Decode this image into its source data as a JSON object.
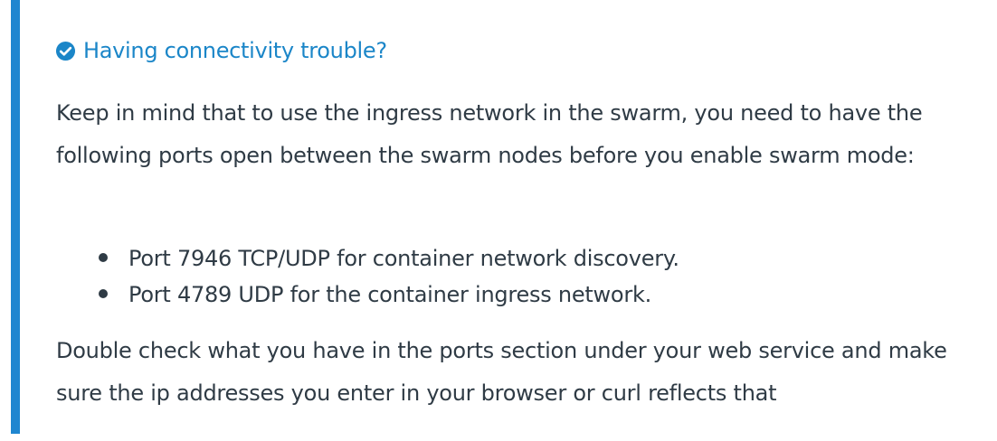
{
  "callout": {
    "title": "Having connectivity trouble?",
    "icon": "check-circle-icon",
    "accent_color": "#1f86d0",
    "title_color": "#1b86c8",
    "paragraph_1": "Keep in mind that to use the ingress network in the swarm, you need to have the following ports open between the swarm nodes before you enable swarm mode:",
    "bullets": [
      "Port 7946 TCP/UDP for container network discovery.",
      "Port 4789 UDP for the container ingress network."
    ],
    "paragraph_2": "Double check what you have in the ports section under your web service and make sure the ip addresses you enter in your browser or curl reflects that"
  }
}
